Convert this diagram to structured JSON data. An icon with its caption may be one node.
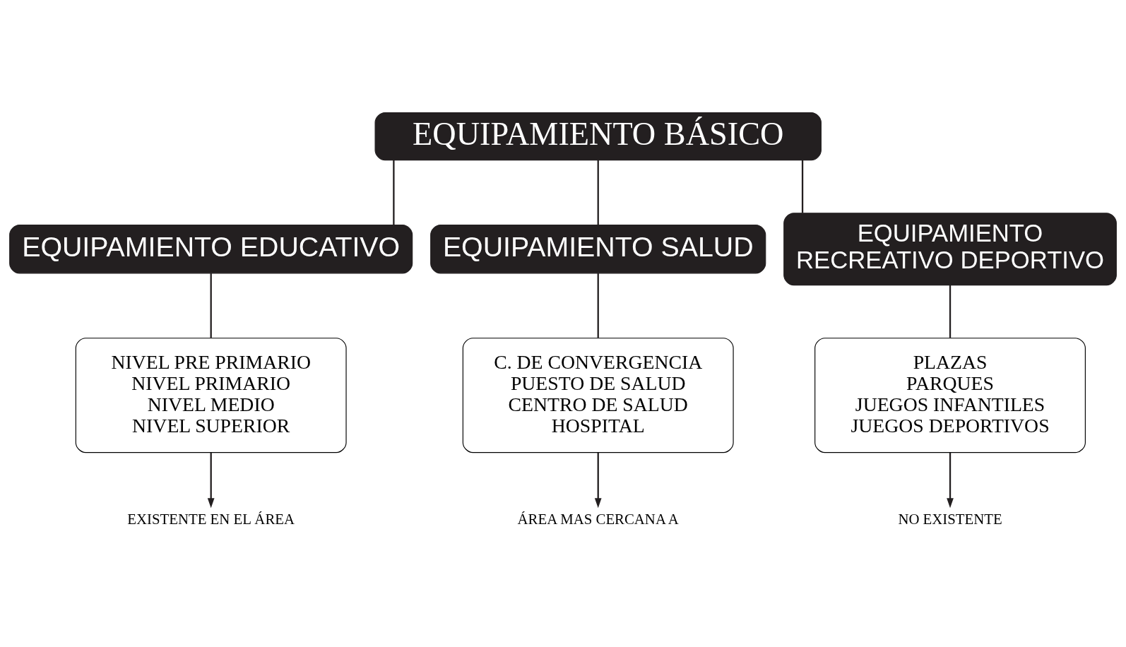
{
  "diagram": {
    "nodes": [
      {
        "text": [
          "EQUIPAMIENTO BÁSICO"
        ]
      },
      {
        "text": [
          "EQUIPAMIENTO EDUCATIVO"
        ]
      },
      {
        "text": [
          "EQUIPAMIENTO SALUD"
        ]
      },
      {
        "text": [
          "EQUIPAMIENTO",
          "RECREATIVO DEPORTIVO"
        ]
      },
      {
        "text": [
          "NIVEL PRE PRIMARIO",
          "NIVEL PRIMARIO",
          "NIVEL MEDIO",
          "NIVEL SUPERIOR"
        ]
      },
      {
        "text": [
          "C. DE CONVERGENCIA",
          "PUESTO DE SALUD",
          "CENTRO DE SALUD",
          "HOSPITAL"
        ]
      },
      {
        "text": [
          "PLAZAS",
          "PARQUES",
          "JUEGOS INFANTILES",
          "JUEGOS DEPORTIVOS"
        ]
      },
      {
        "text": [
          "EXISTENTE EN EL ÁREA"
        ]
      },
      {
        "text": [
          "ÁREA MAS CERCANA A"
        ]
      },
      {
        "text": [
          "NO EXISTENTE"
        ]
      }
    ],
    "edges": [
      {
        "from": 0,
        "to": 1,
        "arrow": "none"
      },
      {
        "from": 0,
        "to": 2,
        "arrow": "none"
      },
      {
        "from": 0,
        "to": 3,
        "arrow": "none"
      },
      {
        "from": 1,
        "to": 4,
        "arrow": "none"
      },
      {
        "from": 2,
        "to": 5,
        "arrow": "none"
      },
      {
        "from": 3,
        "to": 6,
        "arrow": "none"
      },
      {
        "from": 4,
        "to": 7,
        "arrow": "to"
      },
      {
        "from": 5,
        "to": 8,
        "arrow": "to"
      },
      {
        "from": 6,
        "to": 9,
        "arrow": "to"
      }
    ]
  }
}
